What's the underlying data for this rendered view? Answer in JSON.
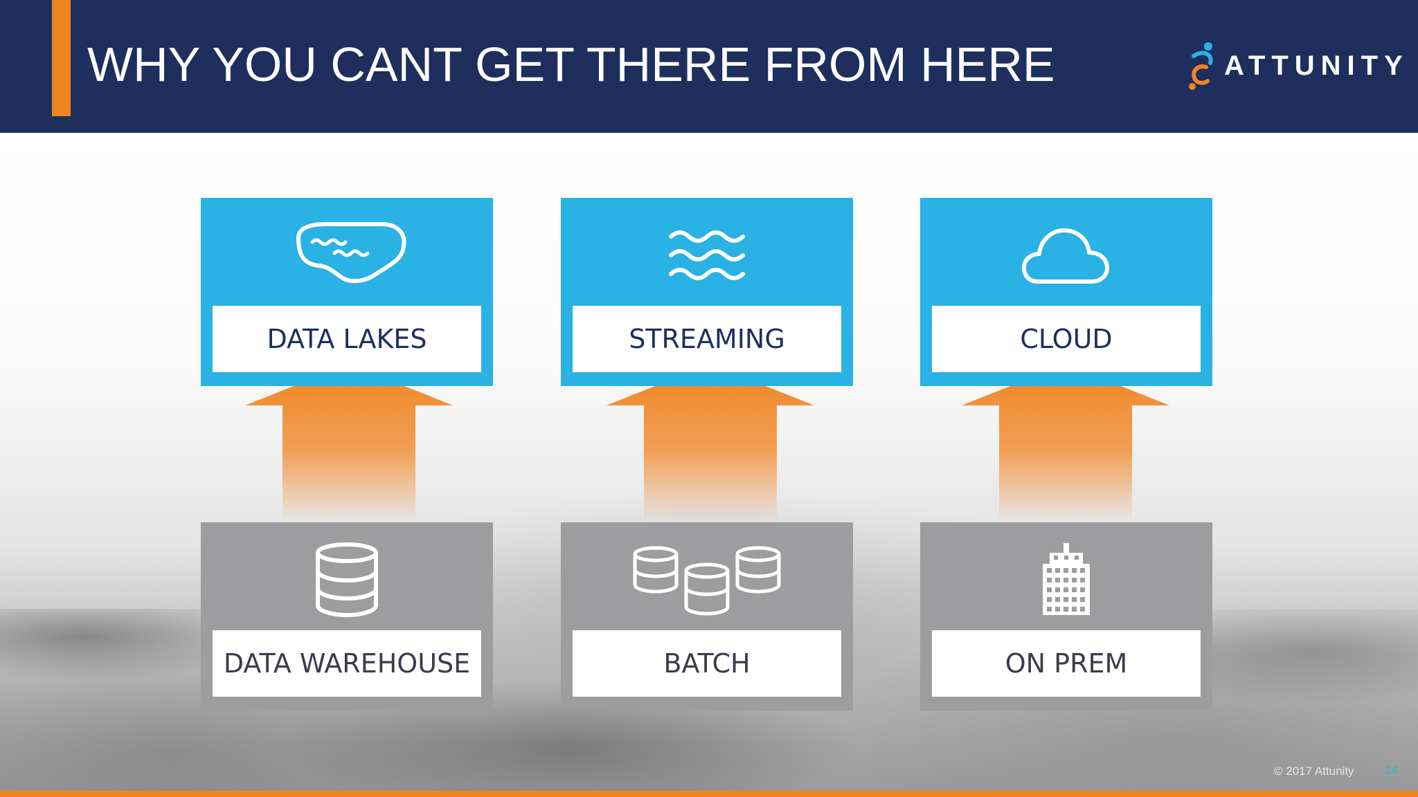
{
  "slide": {
    "title": "WHY YOU CANT GET THERE FROM HERE",
    "logo_text": "ATTUNITY"
  },
  "targets": [
    {
      "label": "DATA LAKES",
      "icon": "lake-icon"
    },
    {
      "label": "STREAMING",
      "icon": "waves-icon"
    },
    {
      "label": "CLOUD",
      "icon": "cloud-icon"
    }
  ],
  "sources": [
    {
      "label": "DATA WAREHOUSE",
      "icon": "database-icon"
    },
    {
      "label": "BATCH",
      "icon": "databases-icon"
    },
    {
      "label": "ON PREM",
      "icon": "building-icon"
    }
  ],
  "footer": {
    "copyright": "© 2017 Attunity",
    "page_number": "14"
  },
  "colors": {
    "header_bg": "#1e2f5e",
    "accent_orange": "#f08421",
    "target_blue": "#29b2e3",
    "source_gray": "#9d9c9e"
  }
}
